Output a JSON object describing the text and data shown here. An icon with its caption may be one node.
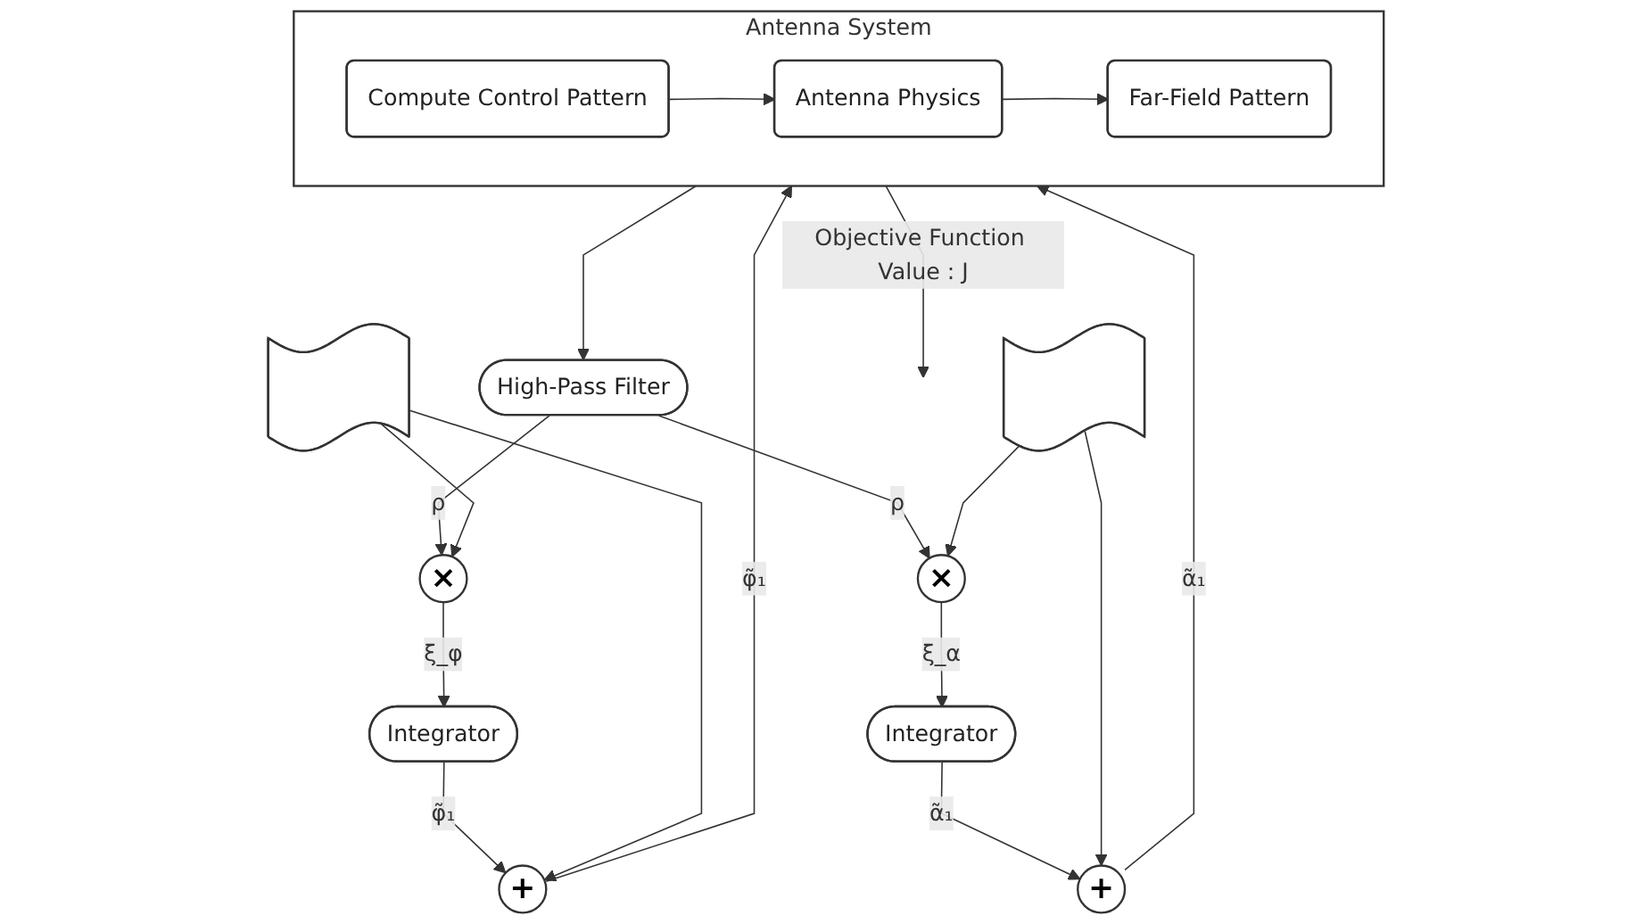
{
  "diagram": {
    "nodes": [
      {
        "text": [
          "Antenna System"
        ]
      },
      {
        "text": [
          "Compute Control Pattern"
        ],
        "in": 0
      },
      {
        "text": [
          "Antenna Physics"
        ],
        "in": 0
      },
      {
        "text": [
          "Far-Field Pattern"
        ],
        "in": 0
      },
      {
        "text": [
          "+"
        ]
      },
      {
        "text": [
          "Integrator"
        ]
      },
      {
        "text": [
          "×"
        ]
      },
      {
        "text": [
          "High-Pass Filter"
        ]
      },
      {
        "text": [],
        "shape": "wave"
      },
      {
        "text": [
          "+"
        ]
      },
      {
        "text": [
          "Integrator"
        ]
      },
      {
        "text": [
          "×"
        ]
      },
      {
        "text": [],
        "shape": "wave"
      }
    ],
    "edges": [
      {
        "from": 1,
        "to": 2,
        "arrow": "to"
      },
      {
        "from": 2,
        "to": 3,
        "arrow": "to"
      },
      {
        "from": 0,
        "to": null,
        "arrow": "to",
        "label": "Objective Function Value : J"
      },
      {
        "from": 0,
        "to": 7,
        "arrow": "to"
      },
      {
        "from": 7,
        "to": 6,
        "arrow": "to",
        "label": "ρ"
      },
      {
        "from": 7,
        "to": 11,
        "arrow": "to",
        "label": "ρ"
      },
      {
        "from": 6,
        "to": 5,
        "arrow": "to",
        "label": "ξ_φ"
      },
      {
        "from": 5,
        "to": 4,
        "arrow": "to",
        "label": "φ̃₁"
      },
      {
        "from": 4,
        "to": 0,
        "arrow": "to",
        "label": "φ̃₁"
      },
      {
        "from": 8,
        "to": 4,
        "arrow": "to"
      },
      {
        "from": 8,
        "to": 6,
        "arrow": "to"
      },
      {
        "from": 11,
        "to": 10,
        "arrow": "to",
        "label": "ξ_α"
      },
      {
        "from": 10,
        "to": 9,
        "arrow": "to",
        "label": "α̃₁"
      },
      {
        "from": 9,
        "to": 0,
        "arrow": "to",
        "label": "α̃₁"
      },
      {
        "from": 12,
        "to": 9,
        "arrow": "to"
      },
      {
        "from": 12,
        "to": 11,
        "arrow": "to"
      }
    ]
  }
}
